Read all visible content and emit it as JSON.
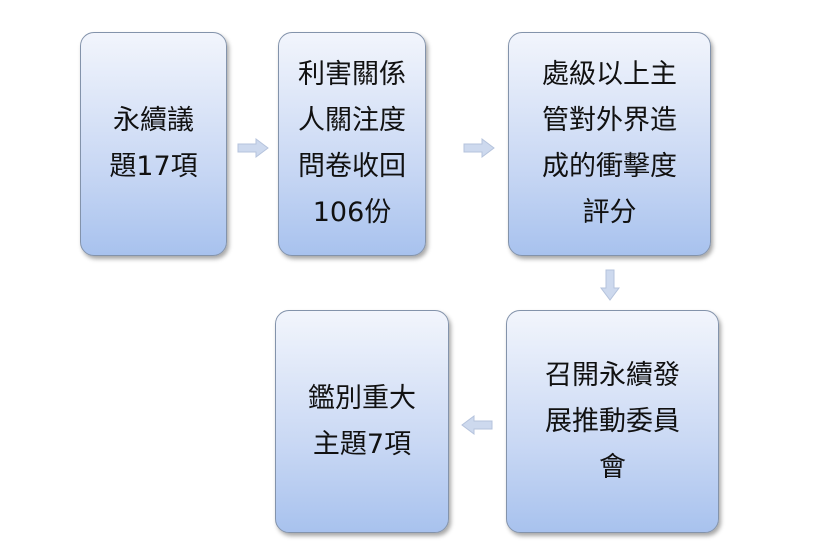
{
  "steps": [
    {
      "text": "永續議題17項"
    },
    {
      "text": "利害關係人關注度問卷收回106份"
    },
    {
      "text": "處級以上主管對外界造成的衝擊度評分"
    },
    {
      "text": "召開永續發展推動委員會"
    },
    {
      "text": "鑑別重大主題7項"
    }
  ]
}
